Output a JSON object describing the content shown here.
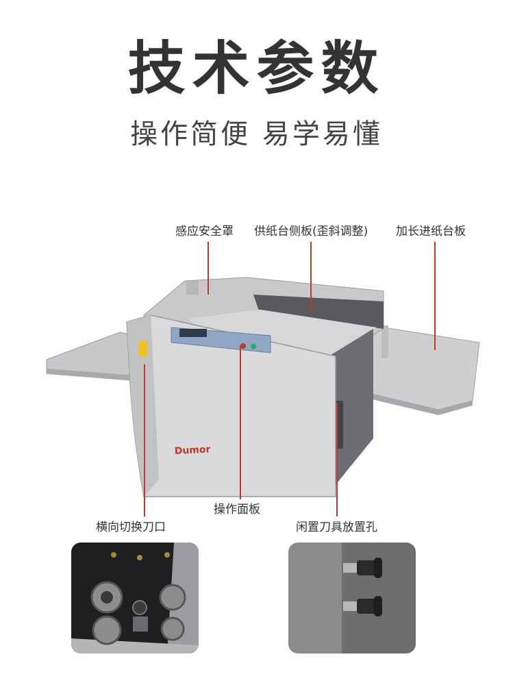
{
  "header": {
    "title": "技术参数",
    "subtitle": "操作简便 易学易懂"
  },
  "callouts": {
    "sensor_cover": "感应安全罩",
    "side_guide": "供纸台侧板(歪斜调整)",
    "extended_tray": "加长进纸台板",
    "control_panel": "操作面板",
    "cutter_switch": "横向切换刀口",
    "tool_holes": "闲置刀具放置孔"
  },
  "machine": {
    "brand": "Dumor"
  },
  "colors": {
    "accent_line": "#c0392b",
    "machine_body": "#d4d4d6",
    "panel_blue": "#8fa6c4"
  }
}
